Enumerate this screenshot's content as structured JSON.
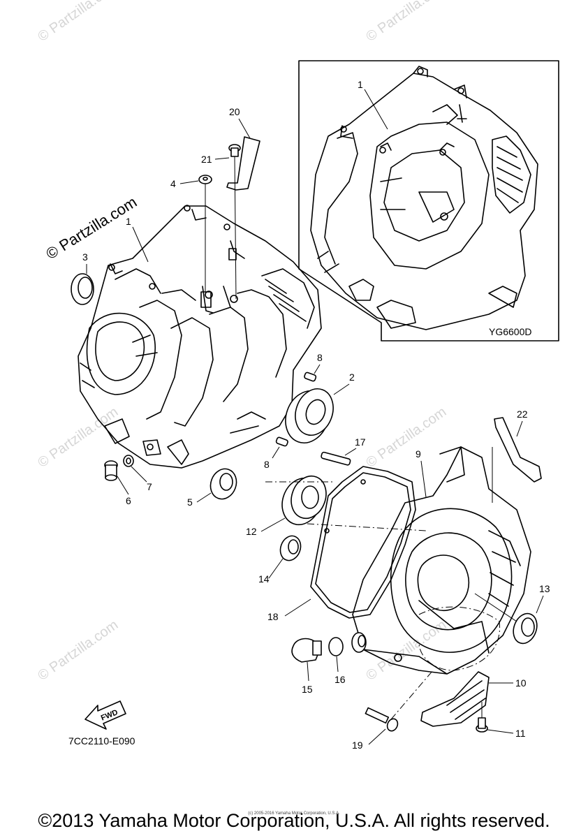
{
  "callouts": [
    "1",
    "1",
    "2",
    "3",
    "4",
    "5",
    "6",
    "7",
    "8",
    "8",
    "9",
    "10",
    "11",
    "12",
    "13",
    "14",
    "15",
    "16",
    "17",
    "18",
    "19",
    "20",
    "21",
    "22"
  ],
  "inset_code": "YG6600D",
  "figure_code": "7CC2110-E090",
  "fwd_label": "FWD",
  "watermark": "© Partzilla.com",
  "copyright": "©2013 Yamaha Motor Corporation, U.S.A. All rights reserved.",
  "fine_print": "(c) 2005-2016 Yamaha Motor Corporation, U.S.A."
}
